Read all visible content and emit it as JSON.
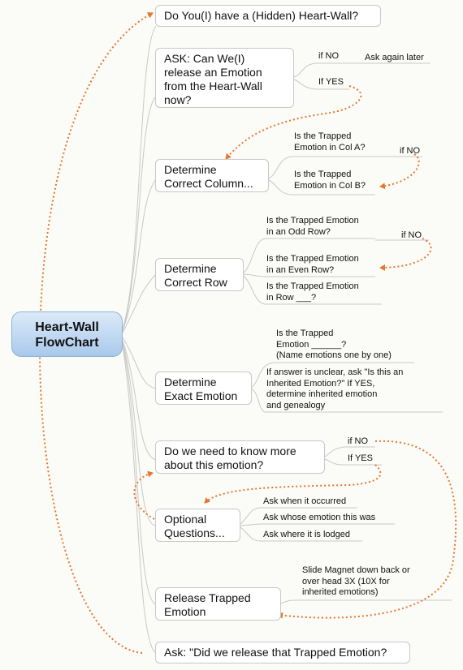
{
  "root": "Heart-Wall\nFlowChart",
  "nodes": {
    "hidden_wall": "Do You(I) have a (Hidden) Heart-Wall?",
    "ask_release": "ASK: Can We(I)\nrelease an Emotion\nfrom the Heart-Wall\nnow?",
    "column": "Determine\nCorrect Column...",
    "row": "Determine\nCorrect Row",
    "exact": "Determine\nExact Emotion",
    "know_more": "Do we need to know more\nabout this emotion?",
    "optional": "Optional\nQuestions...",
    "release": "Release  Trapped\nEmotion",
    "did_release": "Ask: \"Did we release that Trapped Emotion?"
  },
  "leaves": {
    "ask_if_no": "if NO",
    "ask_again": "Ask again later",
    "ask_if_yes": "If YES",
    "col_a": "Is the Trapped\nEmotion in Col A?",
    "col_if_no": "if NO",
    "col_b": "Is the Trapped\nEmotion in Col B?",
    "row_odd": "Is the Trapped Emotion\nin an Odd Row?",
    "row_if_no": "if NO",
    "row_even": "Is the Trapped Emotion\nin an Even Row?",
    "row_blank": "Is the Trapped Emotion\nin Row ___?",
    "exact_name": "Is the Trapped\nEmotion  ______?\n(Name emotions one by one)",
    "exact_unclear": "If answer is unclear, ask \"Is this an\nInherited Emotion?\" If YES,\ndetermine  inherited  emotion\nand  genealogy",
    "more_if_no": "if NO",
    "more_if_yes": "If YES",
    "opt_when": "Ask when it occurred",
    "opt_whose": "Ask whose emotion this was",
    "opt_where": "Ask where it is lodged",
    "release_how": "Slide Magnet down back or\nover head 3X (10X for\ninherited emotions)"
  },
  "colors": {
    "connector": "#c8c8c8",
    "arrow": "#e8772e",
    "root_fill": "#b8d4f0"
  }
}
